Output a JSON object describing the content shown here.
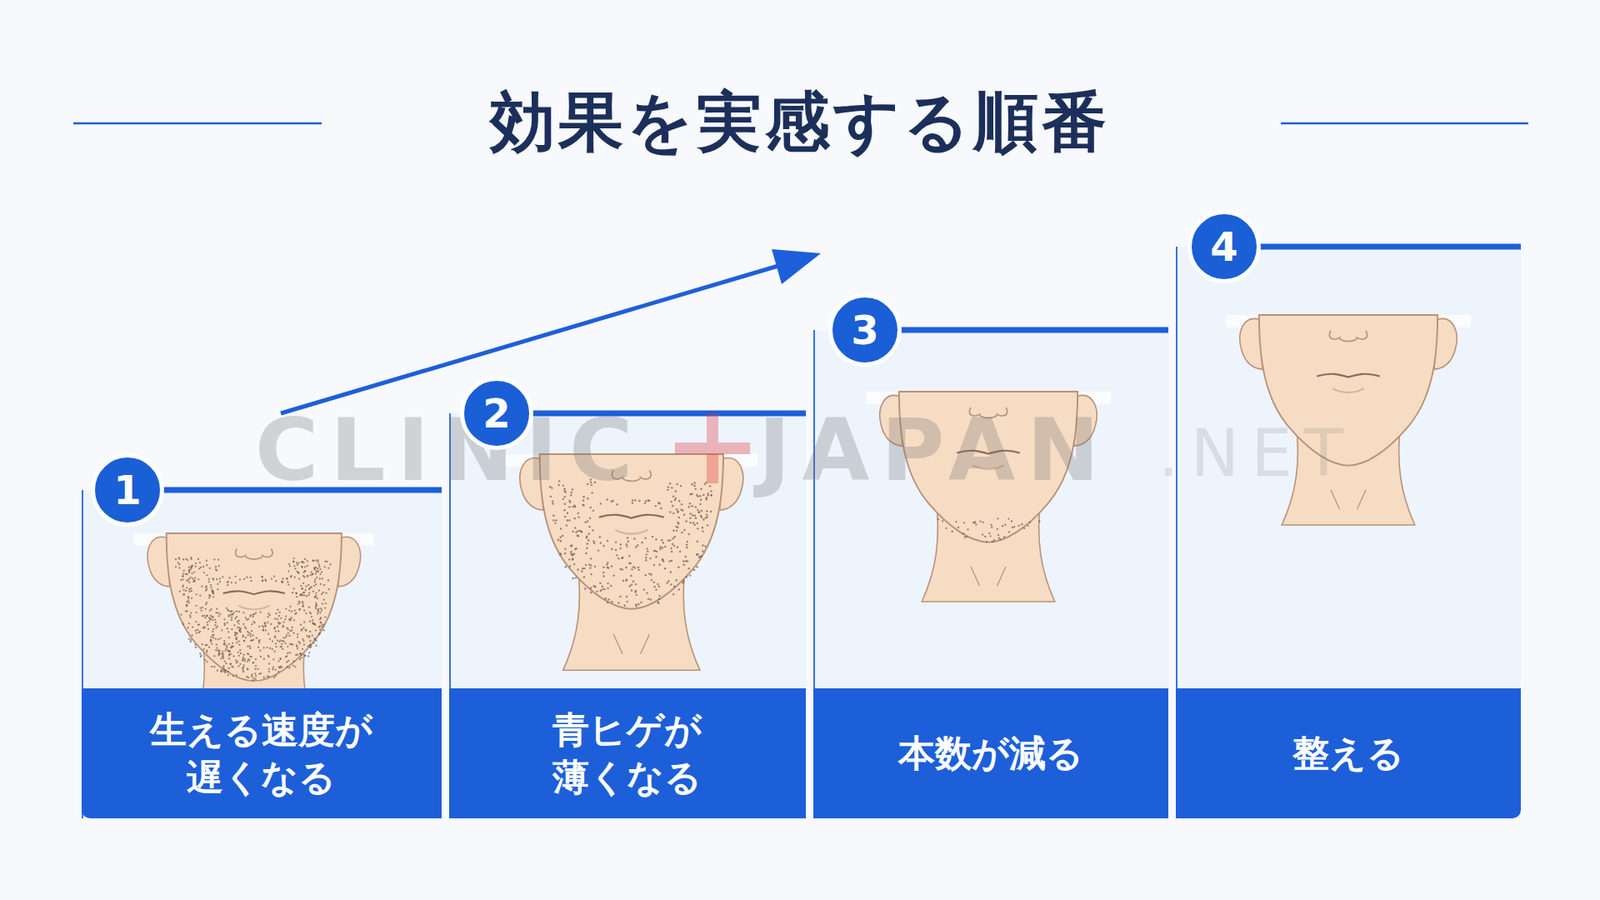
{
  "diagram": {
    "title": "効果を実感する順番",
    "nodes": [
      {
        "text": [
          "1"
        ]
      },
      {
        "text": [
          "生える速度が 遅くなる"
        ]
      },
      {
        "text": [
          "2"
        ]
      },
      {
        "text": [
          "青ヒゲが 薄くなる"
        ]
      },
      {
        "text": [
          "3"
        ]
      },
      {
        "text": [
          "本数が減る"
        ]
      },
      {
        "text": [
          "4"
        ]
      },
      {
        "text": [
          "整える"
        ]
      }
    ],
    "labels": [
      "CLINIC",
      "JAPAN",
      ".NET"
    ]
  }
}
